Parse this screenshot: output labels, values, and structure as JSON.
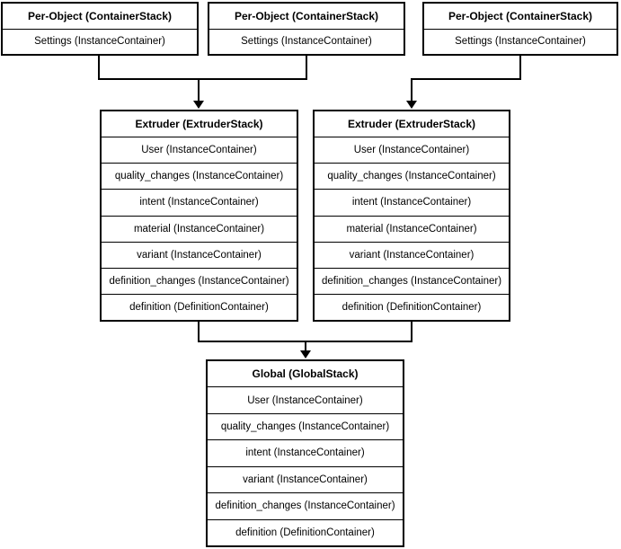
{
  "colors": {
    "background": "#ffffff",
    "box_fill": "#ffffff",
    "line": "#000000",
    "text": "#000000"
  },
  "boxes": {
    "per_object_1": {
      "title": "Per-Object (ContainerStack)",
      "rows": [
        "Settings (InstanceContainer)"
      ]
    },
    "per_object_2": {
      "title": "Per-Object (ContainerStack)",
      "rows": [
        "Settings (InstanceContainer)"
      ]
    },
    "per_object_3": {
      "title": "Per-Object (ContainerStack)",
      "rows": [
        "Settings (InstanceContainer)"
      ]
    },
    "extruder_1": {
      "title": "Extruder (ExtruderStack)",
      "rows": [
        "User (InstanceContainer)",
        "quality_changes (InstanceContainer)",
        "intent (InstanceContainer)",
        "material (InstanceContainer)",
        "variant (InstanceContainer)",
        "definition_changes (InstanceContainer)",
        "definition (DefinitionContainer)"
      ]
    },
    "extruder_2": {
      "title": "Extruder (ExtruderStack)",
      "rows": [
        "User (InstanceContainer)",
        "quality_changes (InstanceContainer)",
        "intent (InstanceContainer)",
        "material (InstanceContainer)",
        "variant (InstanceContainer)",
        "definition_changes (InstanceContainer)",
        "definition (DefinitionContainer)"
      ]
    },
    "global": {
      "title": "Global (GlobalStack)",
      "rows": [
        "User (InstanceContainer)",
        "quality_changes (InstanceContainer)",
        "intent (InstanceContainer)",
        "variant (InstanceContainer)",
        "definition_changes (InstanceContainer)",
        "definition (DefinitionContainer)"
      ]
    }
  }
}
